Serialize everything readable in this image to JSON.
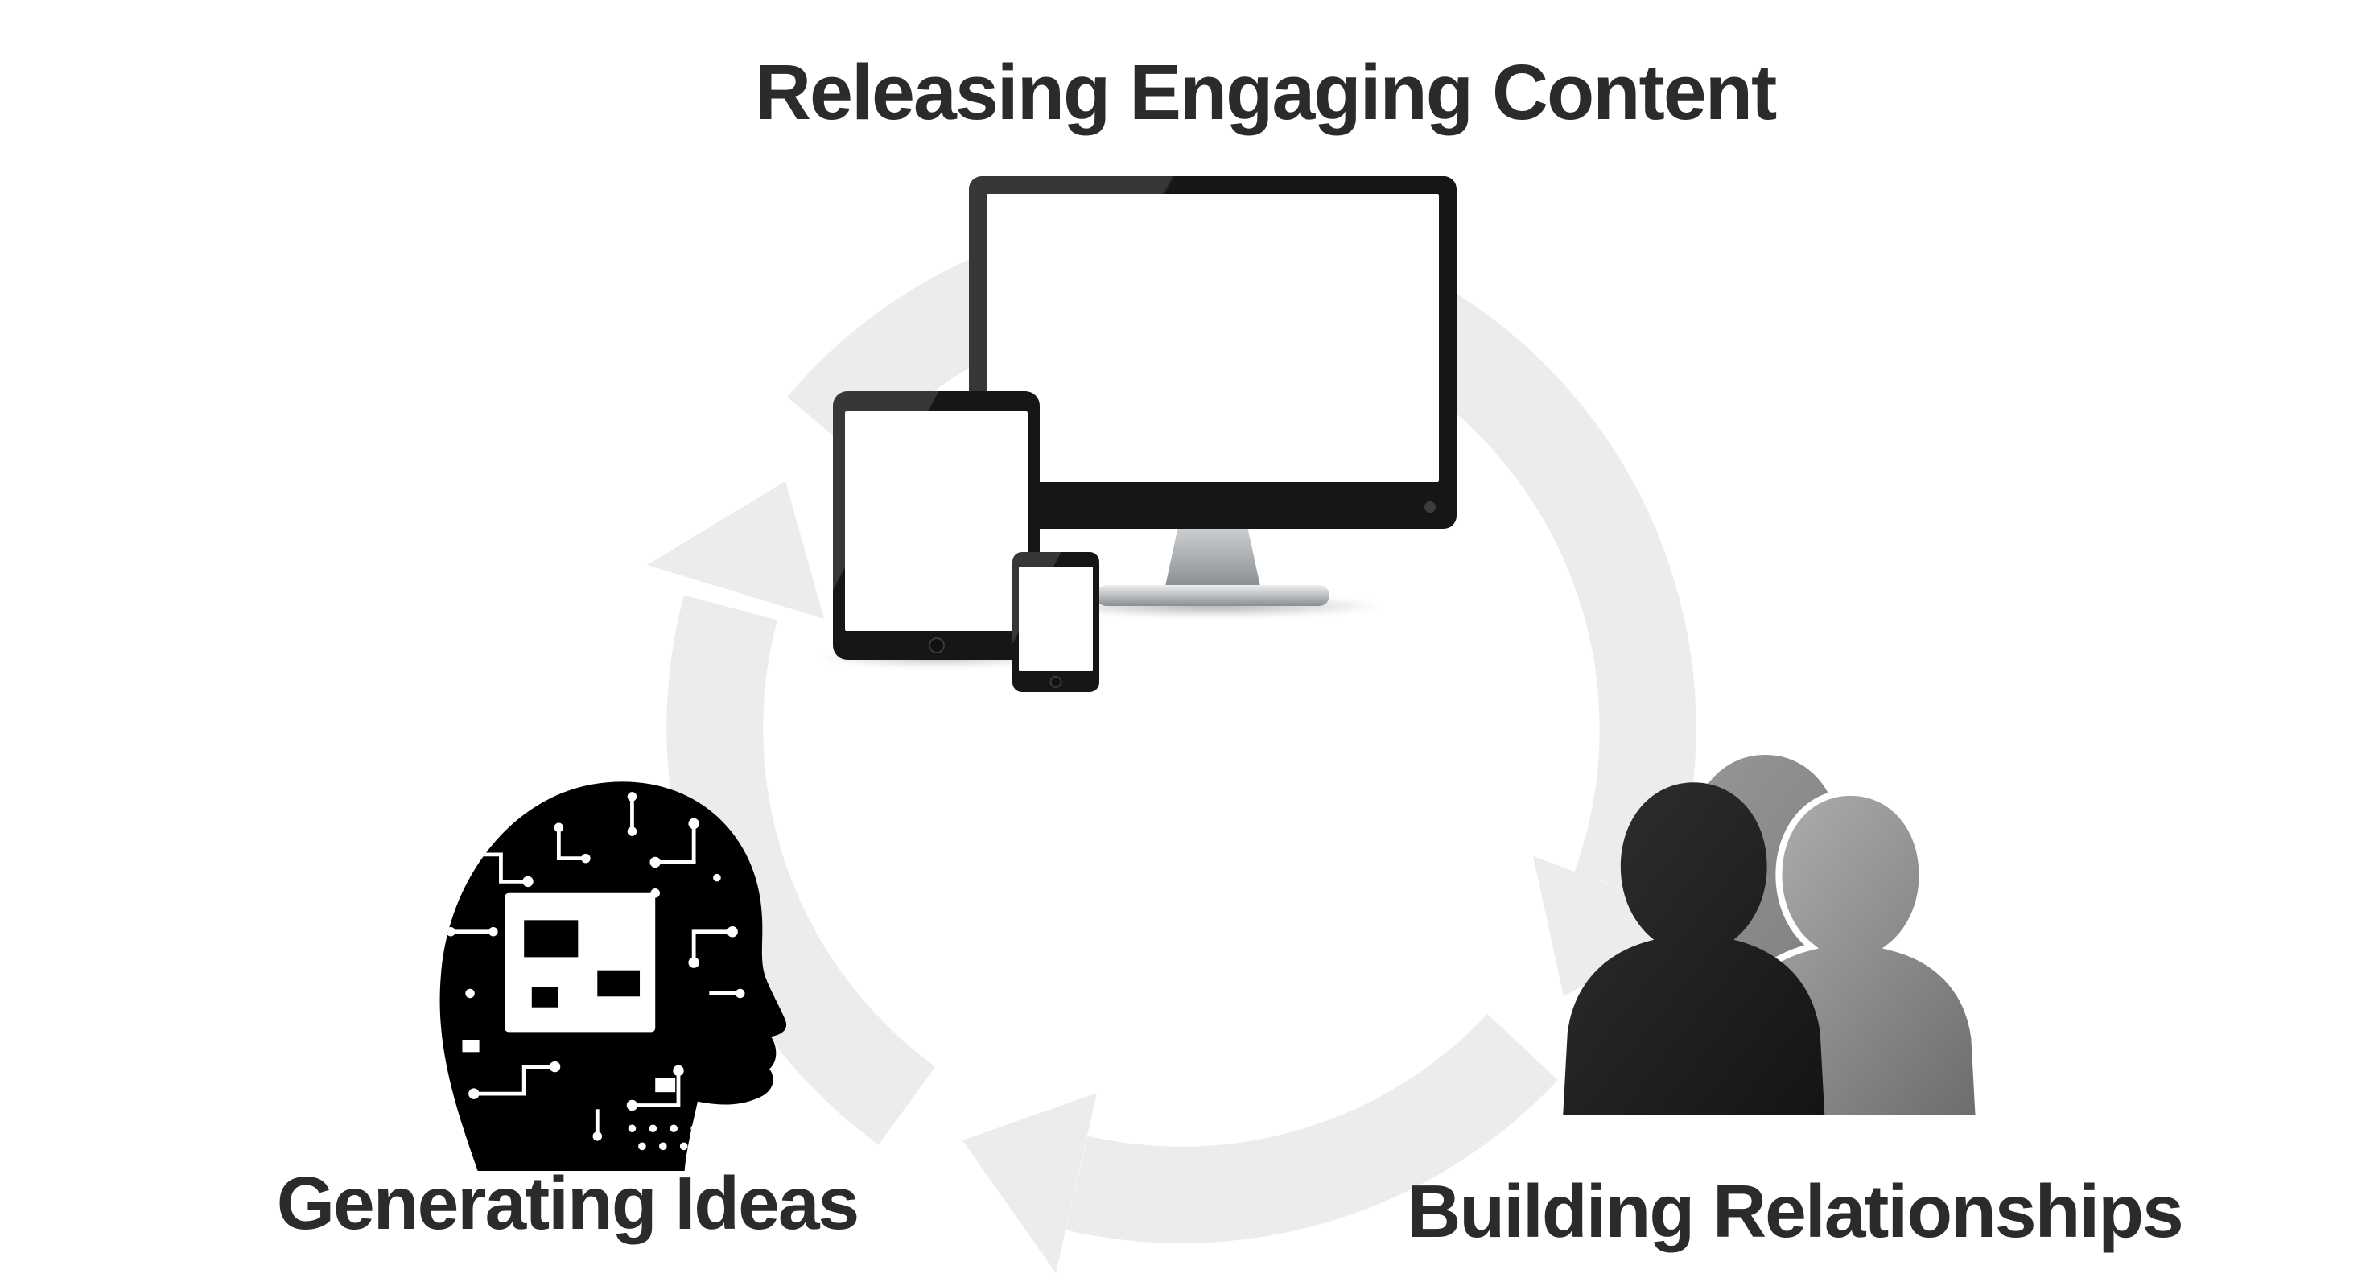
{
  "diagram": {
    "type": "cycle",
    "direction": "clockwise",
    "nodes": [
      {
        "id": "releasing",
        "label": "Releasing Engaging Content",
        "icon": "devices-icon",
        "position": "top"
      },
      {
        "id": "generating",
        "label": "Generating Ideas",
        "icon": "circuit-head-icon",
        "position": "bottom-left"
      },
      {
        "id": "building",
        "label": "Building Relationships",
        "icon": "people-silhouettes-icon",
        "position": "bottom-right"
      }
    ],
    "cycle_arrows": {
      "icon": "cycle-arrows-icon",
      "count": 3,
      "color": "#ececec"
    },
    "colors": {
      "background": "#ffffff",
      "text": "#2b2b2b",
      "device_bezel": "#161616",
      "device_screen": "#ffffff",
      "stand_gray": "#9aa0a3",
      "silhouette_dark": "#262626",
      "silhouette_mid": "#8b8b8b",
      "silhouette_light": "#a3a3a3"
    }
  }
}
